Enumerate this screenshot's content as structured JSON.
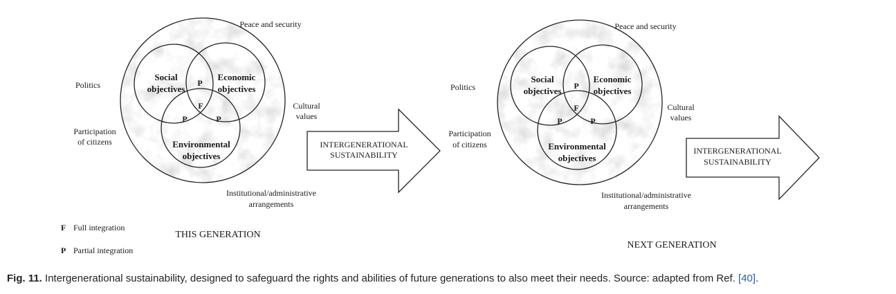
{
  "diagrams": [
    {
      "peace": "Peace and security",
      "politics": "Politics",
      "participation": [
        "Participation",
        "of citizens"
      ],
      "cultural": [
        "Cultural",
        "values"
      ],
      "institutional": [
        "Institutional/administrative",
        "arrangements"
      ],
      "social": [
        "Social",
        "objectives"
      ],
      "economic": [
        "Economic",
        "objectives"
      ],
      "environmental": [
        "Environmental",
        "objectives"
      ],
      "p_top": "P",
      "f_center": "F",
      "p_left": "P",
      "p_right": "P",
      "arrow": [
        "INTERGENERATIONAL",
        "SUSTAINABILITY"
      ],
      "generation": "THIS GENERATION"
    },
    {
      "peace": "Peace and security",
      "politics": "Politics",
      "participation": [
        "Participation",
        "of citizens"
      ],
      "cultural": [
        "Cultural",
        "values"
      ],
      "institutional": [
        "Institutional/administrative",
        "arrangements"
      ],
      "social": [
        "Social",
        "objectives"
      ],
      "economic": [
        "Economic",
        "objectives"
      ],
      "environmental": [
        "Environmental",
        "objectives"
      ],
      "p_top": "P",
      "f_center": "F",
      "p_left": "P",
      "p_right": "P",
      "arrow": [
        "INTERGENERATIONAL",
        "SUSTAINABILITY"
      ],
      "generation": "NEXT GENERATION"
    }
  ],
  "legend": {
    "f_key": "F",
    "f_label": "Full integration",
    "p_key": "P",
    "p_label": "Partial integration"
  },
  "caption": {
    "label": "Fig. 11.",
    "text": "Intergenerational sustainability, designed to safeguard the rights and abilities of future generations to also meet their needs. Source: adapted from Ref.",
    "ref": "[40]",
    "end": "."
  }
}
